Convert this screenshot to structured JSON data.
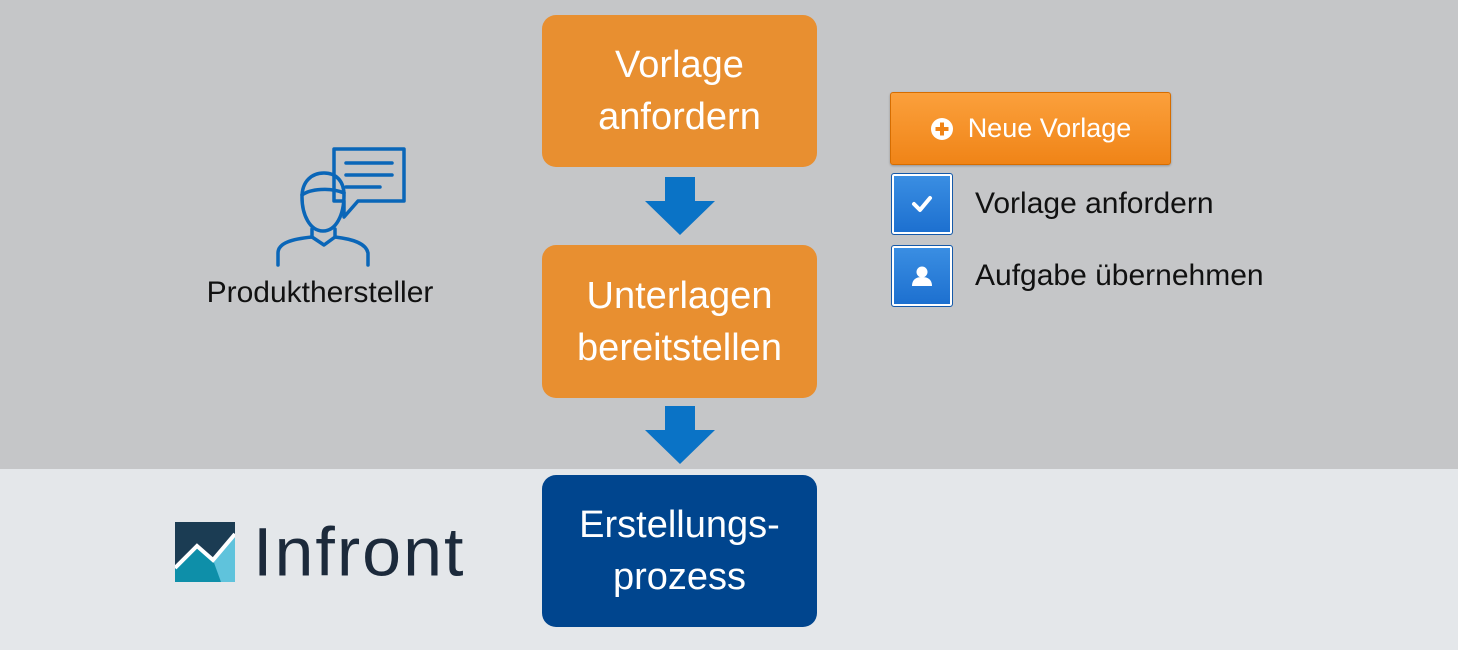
{
  "steps": [
    {
      "label": "Vorlage\nanfordern"
    },
    {
      "label": "Unterlagen\nbereitstellen"
    },
    {
      "label": "Erstellungs-\nprozess"
    }
  ],
  "actor": {
    "label": "Produkthersteller",
    "icon": "person-speech-icon"
  },
  "actions": {
    "new_button_label": "Neue Vorlage",
    "items": [
      {
        "label": "Vorlage anfordern",
        "icon": "check-icon"
      },
      {
        "label": "Aufgabe übernehmen",
        "icon": "user-icon"
      }
    ]
  },
  "logo": {
    "text": "Infront"
  },
  "colors": {
    "step_orange": "#e88f30",
    "step_blue": "#00458e",
    "arrow": "#0a73c6",
    "button_orange": "#f58c22",
    "action_blue": "#2a7fd9",
    "top_band": "#c5c6c8",
    "bottom_band": "#e4e7ea"
  }
}
